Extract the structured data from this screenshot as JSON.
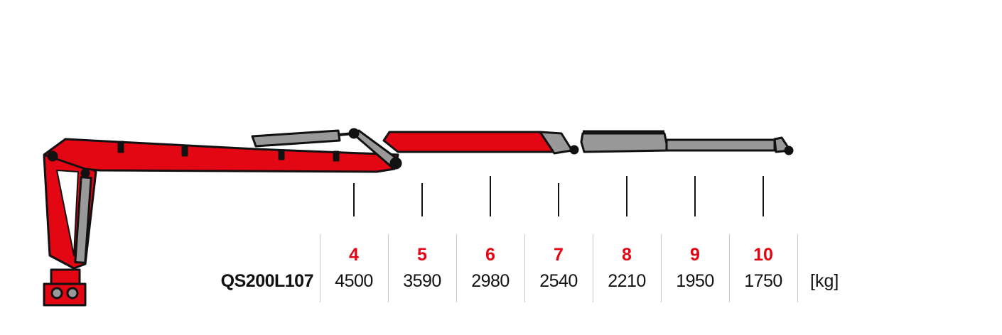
{
  "model": "QS200L107",
  "unit": "[kg]",
  "colors": {
    "boom": "#e30613",
    "extension": "#999999",
    "outline": "#111111",
    "reach_label": "#e30613"
  },
  "columns": [
    {
      "reach_m": "4",
      "load_kg": "4500"
    },
    {
      "reach_m": "5",
      "load_kg": "3590"
    },
    {
      "reach_m": "6",
      "load_kg": "2980"
    },
    {
      "reach_m": "7",
      "load_kg": "2540"
    },
    {
      "reach_m": "8",
      "load_kg": "2210"
    },
    {
      "reach_m": "9",
      "load_kg": "1950"
    },
    {
      "reach_m": "10",
      "load_kg": "1750"
    }
  ]
}
